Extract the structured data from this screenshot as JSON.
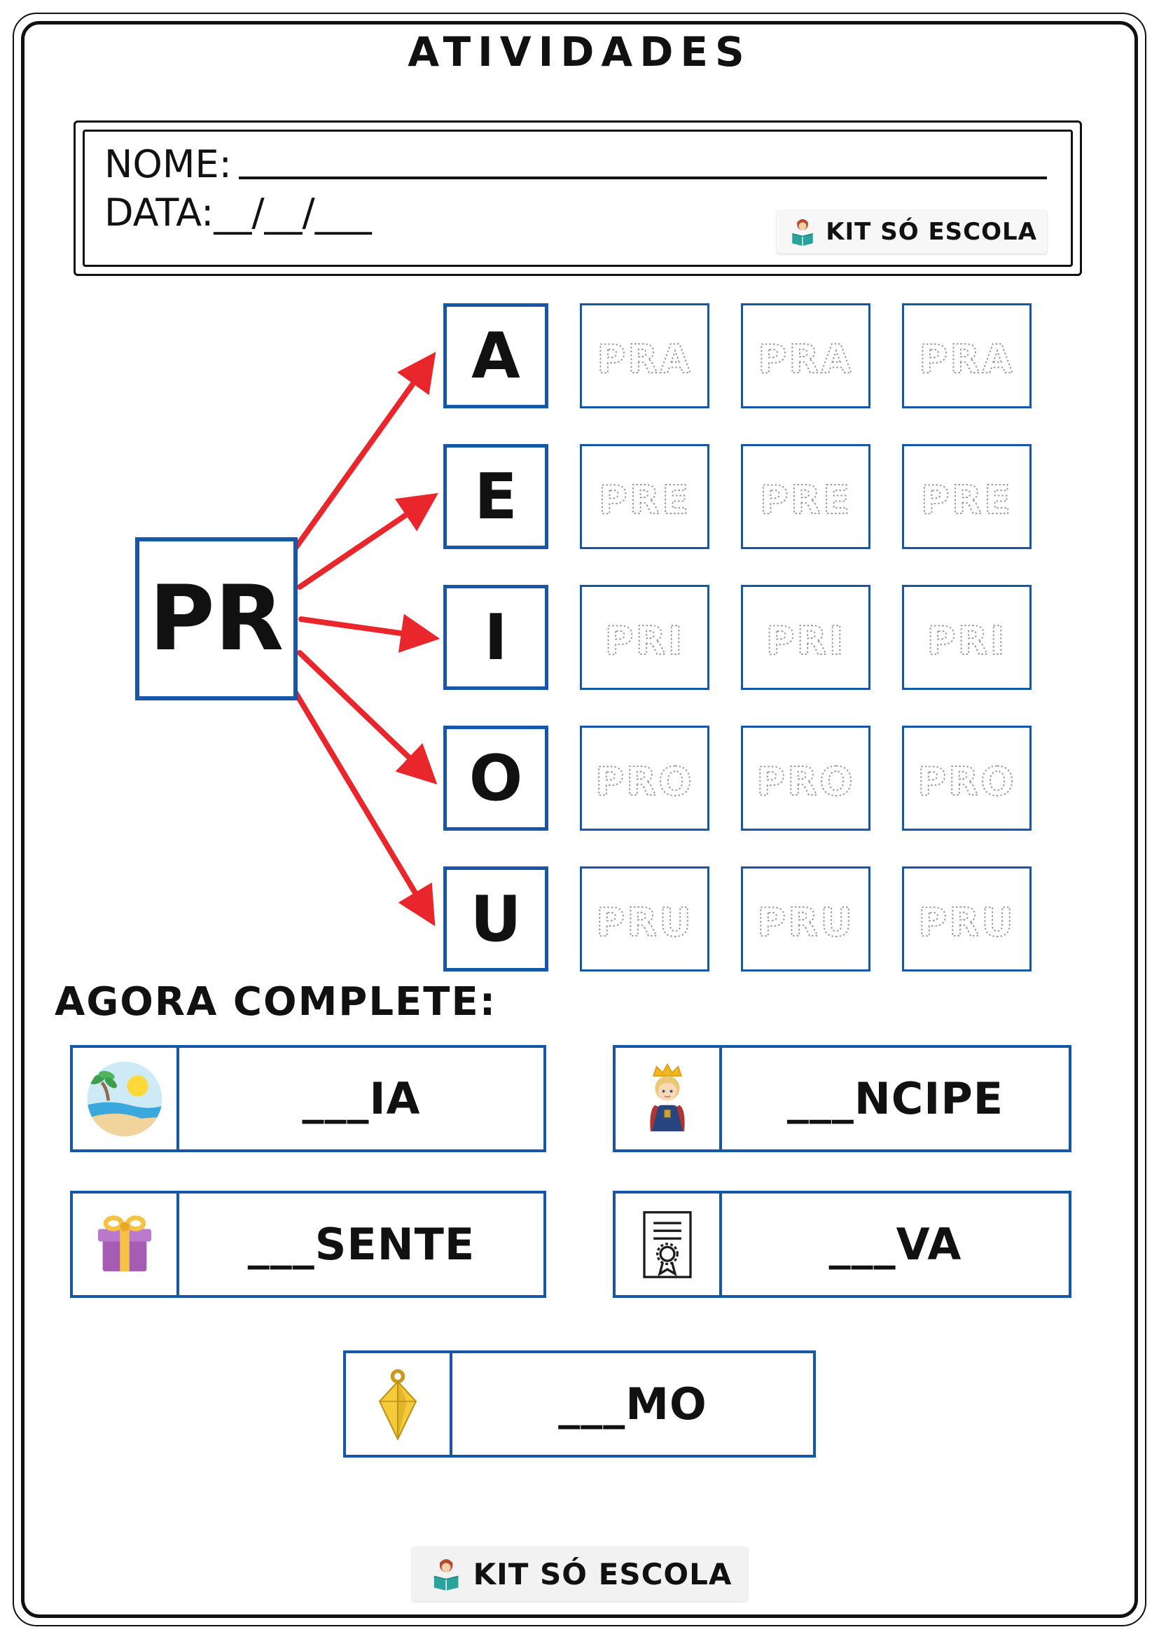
{
  "page": {
    "title": "ATIVIDADES"
  },
  "header": {
    "name_label": "NOME:",
    "date_label": "DATA:__/__/___",
    "brand": "KIT SÓ ESCOLA",
    "brand_icon": "kid-reading-book-icon"
  },
  "activity": {
    "consonant": "PR",
    "rows": [
      {
        "vowel": "A",
        "syllable": "PRA"
      },
      {
        "vowel": "E",
        "syllable": "PRE"
      },
      {
        "vowel": "I",
        "syllable": "PRI"
      },
      {
        "vowel": "O",
        "syllable": "PRO"
      },
      {
        "vowel": "U",
        "syllable": "PRU"
      }
    ],
    "trace_repeats_per_row": 3
  },
  "complete": {
    "heading": "AGORA COMPLETE:",
    "items": [
      {
        "icon": "beach-icon",
        "answer": "___IA"
      },
      {
        "icon": "prince-icon",
        "answer": "___NCIPE"
      },
      {
        "icon": "gift-icon",
        "answer": "___SENTE"
      },
      {
        "icon": "diploma-icon",
        "answer": "___VA"
      },
      {
        "icon": "plumb-bob-icon",
        "answer": "___MO"
      }
    ]
  },
  "footer": {
    "brand": "KIT SÓ ESCOLA",
    "brand_icon": "kid-reading-book-icon"
  },
  "colors": {
    "box_border_blue": "#1658a7",
    "arrow_red": "#e8262b",
    "trace_gray": "#9b9b9b"
  }
}
